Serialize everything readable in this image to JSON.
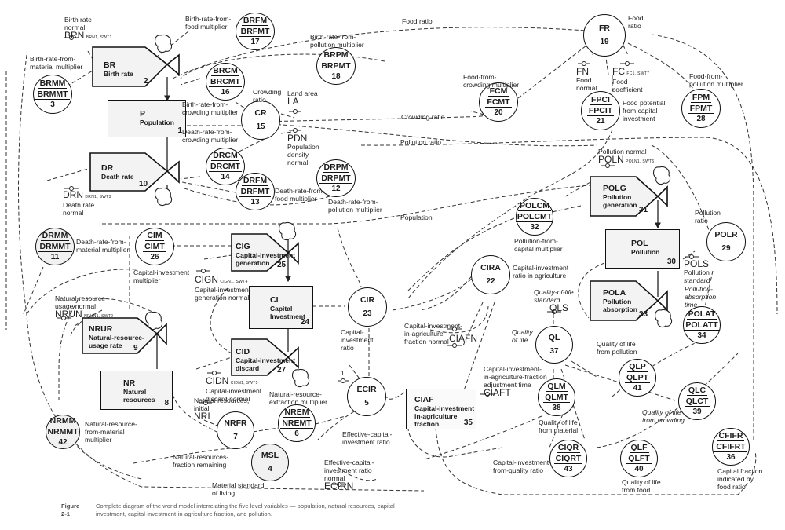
{
  "figure": {
    "label": "Figure 2-1",
    "caption": "Complete diagram of the world model interrelating the five level variables — population, natural resources, capital investment, capital-investment-in-agriculture fraction, and pollution."
  },
  "levels": {
    "P": {
      "code": "P",
      "name": "Population",
      "num": "1"
    },
    "NR": {
      "code": "NR",
      "name": "Natural\nresources",
      "num": "8"
    },
    "CI": {
      "code": "CI",
      "name": "Capital\nInvestment",
      "num": "24"
    },
    "POL": {
      "code": "POL",
      "name": "Pollution",
      "num": "30"
    },
    "CIAF": {
      "code": "CIAF",
      "name": "Capital-investment\nin-agriculture\nfraction",
      "num": "35"
    }
  },
  "rates": {
    "BR": {
      "code": "BR",
      "name": "Birth rate",
      "num": "2"
    },
    "DR": {
      "code": "DR",
      "name": "Death rate",
      "num": "10"
    },
    "NRUR": {
      "code": "NRUR",
      "name": "Natural-resource-\nusage rate",
      "num": "9"
    },
    "CIG": {
      "code": "CIG",
      "name": "Capital-investment\ngeneration",
      "num": "25"
    },
    "CID": {
      "code": "CID",
      "name": "Capital-investment\ndiscard",
      "num": "27"
    },
    "POLG": {
      "code": "POLG",
      "name": "Pollution\ngeneration",
      "num": "31"
    },
    "POLA": {
      "code": "POLA",
      "name": "Pollution\nabsorption",
      "num": "33"
    }
  },
  "tables": {
    "BRMM": {
      "top": "BRMM",
      "mid": "BRMMT",
      "num": "3",
      "desc": "Birth-rate-from-\nmaterial multiplier"
    },
    "BRFM": {
      "top": "BRFM",
      "mid": "BRFMT",
      "num": "17",
      "desc": "Birth-rate-from-\nfood multiplier"
    },
    "BRCM": {
      "top": "BRCM",
      "mid": "BRCMT",
      "num": "16",
      "desc": "Birth-rate-from-\ncrowding multiplier"
    },
    "BRPM": {
      "top": "BRPM",
      "mid": "BRPMT",
      "num": "18",
      "desc": "Birth-rate-from-\npollution multiplier"
    },
    "DRCM": {
      "top": "DRCM",
      "mid": "DRCMT",
      "num": "14",
      "desc": "Death-rate-from-\ncrowding multiplier"
    },
    "DRFM": {
      "top": "DRFM",
      "mid": "DRFMT",
      "num": "13",
      "desc": "Death-rate-from-\nfood multiplier"
    },
    "DRPM": {
      "top": "DRPM",
      "mid": "DRPMT",
      "num": "12",
      "desc": "Death-rate-from-\npollution multiplier"
    },
    "DRMM": {
      "top": "DRMM",
      "mid": "DRMMT",
      "num": "11",
      "desc": "Death-rate-from-\nmaterial multiplier"
    },
    "CIM": {
      "top": "CIM",
      "mid": "CIMT",
      "num": "26",
      "desc": "Capital-investment\nmultiplier"
    },
    "FCM": {
      "top": "FCM",
      "mid": "FCMT",
      "num": "20",
      "desc": "Food-from-\ncrowding multiplier"
    },
    "FPCI": {
      "top": "FPCI",
      "mid": "FPCIT",
      "num": "21",
      "desc": "Food potential\nfrom capital\ninvestment"
    },
    "FPM": {
      "top": "FPM",
      "mid": "FPMT",
      "num": "28",
      "desc": "Food-from-\npollution multiplier"
    },
    "POLCM": {
      "top": "POLCM",
      "mid": "POLCMT",
      "num": "32",
      "desc": "Pollution-from-\ncapital multiplier"
    },
    "POLAT": {
      "top": "POLAT",
      "mid": "POLATT",
      "num": "34",
      "desc": "Pollution-\nabsorption\ntime"
    },
    "NRMM": {
      "top": "NRMM",
      "mid": "NRMMT",
      "num": "42",
      "desc": "Natural-resource-\nfrom-material\nmultiplier"
    },
    "NREM": {
      "top": "NREM",
      "mid": "NREMT",
      "num": "6",
      "desc": "Natural-resource-\nextraction multiplier"
    },
    "QLM": {
      "top": "QLM",
      "mid": "QLMT",
      "num": "38",
      "desc": "Quality of life\nfrom material"
    },
    "QLP": {
      "top": "QLP",
      "mid": "QLPT",
      "num": "41",
      "desc": "Quality of life\nfrom pollution"
    },
    "QLC": {
      "top": "QLC",
      "mid": "QLCT",
      "num": "39",
      "desc": "Quality of life\nfrom crowding"
    },
    "QLF": {
      "top": "QLF",
      "mid": "QLFT",
      "num": "40",
      "desc": "Quality of life\nfrom food"
    },
    "CIQR": {
      "top": "CIQR",
      "mid": "CIQRT",
      "num": "43",
      "desc": "Capital-investment-\nfrom-quality ratio"
    },
    "CFIFR": {
      "top": "CFIFR",
      "mid": "CFIFRT",
      "num": "36",
      "desc": "Capital fraction\nindicated by\nfood ratio"
    }
  },
  "auxiliaries": {
    "CR": {
      "code": "CR",
      "num": "15",
      "desc": "Crowding\nratio"
    },
    "FR": {
      "code": "FR",
      "num": "19",
      "desc": "Food\nratio"
    },
    "CIRA": {
      "code": "CIRA",
      "num": "22",
      "desc": "Capital-investment\nratio in agriculture"
    },
    "CIR": {
      "code": "CIR",
      "num": "23",
      "desc": "Capital-\ninvestment\nratio"
    },
    "POLR": {
      "code": "POLR",
      "num": "29",
      "desc": "Pollution\nratio"
    },
    "QL": {
      "code": "QL",
      "num": "37",
      "desc": "Quality\nof life"
    },
    "ECIR": {
      "code": "ECIR",
      "num": "5",
      "desc": "Effective-capital-\ninvestment ratio"
    },
    "NRFR": {
      "code": "NRFR",
      "num": "7",
      "desc": "Natural-resources-\nfraction remaining"
    },
    "MSL": {
      "code": "MSL",
      "num": "4",
      "desc": "Material standard\nof living"
    }
  },
  "constants": {
    "BRN": {
      "desc": "Birth rate\nnormal",
      "code": "BRN",
      "switch": "BRN1, SWT1"
    },
    "DRN": {
      "desc": "Death rate\nnormal",
      "code": "DRN",
      "switch": "DRN1, SWT3"
    },
    "NRUN": {
      "desc": "Natural-resource\nusage normal",
      "code": "NRUN",
      "switch": "NRUN1, SWT2"
    },
    "CIGN": {
      "desc": "Capital-investment\ngeneration normal",
      "code": "CIGN",
      "switch": "CIGN1, SWT4"
    },
    "CIDN": {
      "desc": "Capital-investment\ndiscard normal",
      "code": "CIDN",
      "switch": "CIDN1, SWT5"
    },
    "POLN": {
      "desc": "Pollution normal",
      "code": "POLN",
      "switch": "POLN1, SWT6"
    },
    "FC": {
      "desc": "Food\ncoefficient",
      "code": "FC",
      "switch": "FC1, SWT7"
    },
    "FN": {
      "desc": "Food\nnormal",
      "code": "FN"
    },
    "LA": {
      "desc": "Land area",
      "code": "LA"
    },
    "PDN": {
      "desc": "Population\ndensity\nnormal",
      "code": "PDN"
    },
    "POLS": {
      "desc": "Pollution\nstandard",
      "code": "POLS"
    },
    "QLS": {
      "desc": "Quality-of-life\nstandard",
      "code": "QLS"
    },
    "NRI": {
      "desc": "Natural resources,\ninitial",
      "code": "NRI"
    },
    "ECIRN": {
      "desc": "Effective-capital-\ninvestment ratio\nnormal",
      "code": "ECIRN"
    },
    "CIAFN": {
      "desc": "Capital-investment-\nin-agriculture\nfraction normal",
      "code": "CIAFN"
    },
    "CIAFT": {
      "desc": "Capital-investment-\nin-agriculture-fraction\nadjustment time",
      "code": "CIAFT"
    },
    "ONE": {
      "code": "1"
    }
  },
  "flow_labels": {
    "food_ratio": "Food ratio",
    "crowding_ratio": "Crowding ratio",
    "pollution_ratio": "Pollution ratio",
    "population": "Population"
  }
}
